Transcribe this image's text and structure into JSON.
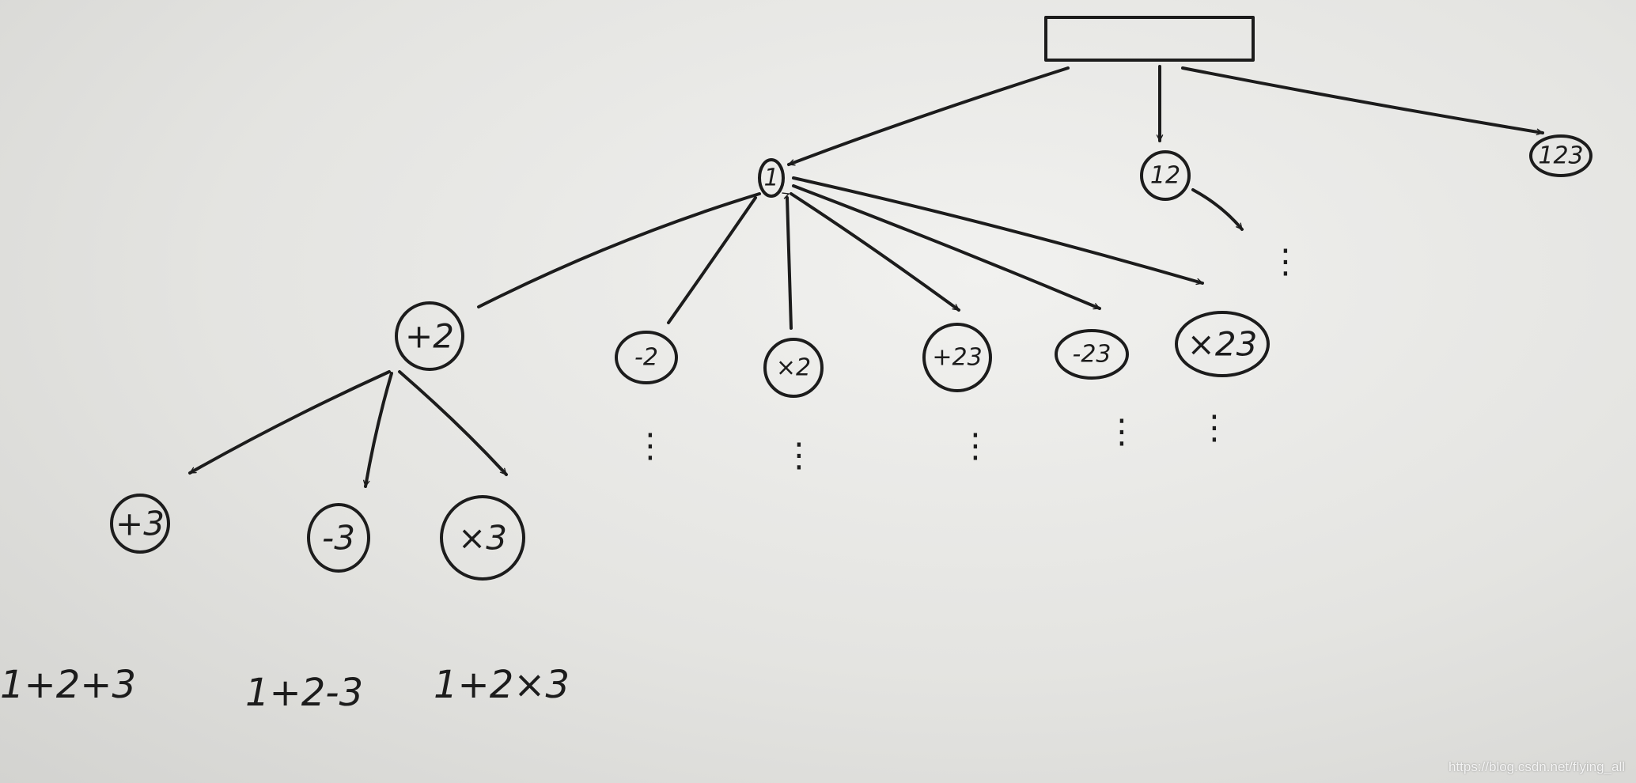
{
  "nodes": {
    "root": {
      "label": ""
    },
    "n0": {
      "label": "1"
    },
    "n12": {
      "label": "12"
    },
    "n123": {
      "label": "123"
    },
    "plus2": {
      "label": "+2"
    },
    "minus2": {
      "label": "-2"
    },
    "times2": {
      "label": "×2"
    },
    "plus23": {
      "label": "+23"
    },
    "minus23": {
      "label": "-23"
    },
    "times23": {
      "label": "×23"
    },
    "plus3": {
      "label": "+3"
    },
    "minus3": {
      "label": "-3"
    },
    "times3": {
      "label": "×3"
    }
  },
  "expressions": {
    "e1": "1+2+3",
    "e2": "1+2-3",
    "e3": "1+2×3"
  },
  "continuation": "⋮",
  "watermark": "https://blog.csdn.net/flying_all"
}
